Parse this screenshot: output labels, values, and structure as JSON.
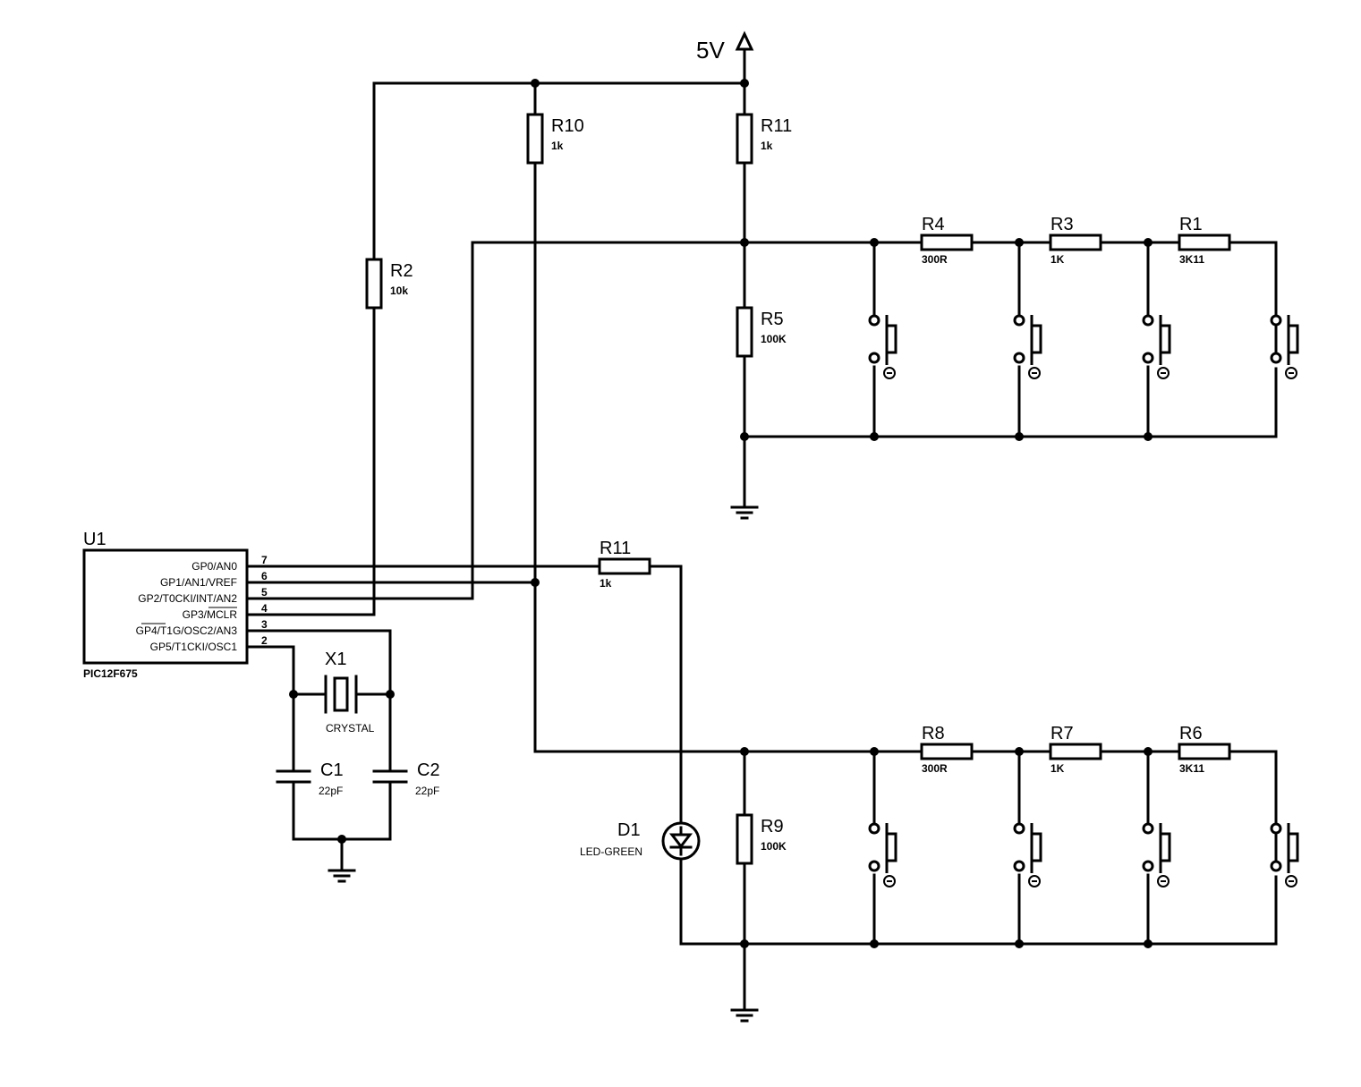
{
  "title": "PIC12F675 resistor-ladder keypad schematic",
  "power": {
    "label": "5V"
  },
  "ic": {
    "ref": "U1",
    "part": "PIC12F675",
    "pins": [
      {
        "num": "7",
        "name": "GP0/AN0"
      },
      {
        "num": "6",
        "name": "GP1/AN1/VREF"
      },
      {
        "num": "5",
        "name": "GP2/T0CKI/INT/AN2"
      },
      {
        "num": "4",
        "name": "GP3/MCLR"
      },
      {
        "num": "3",
        "name": "GP4/T1G/OSC2/AN3"
      },
      {
        "num": "2",
        "name": "GP5/T1CKI/OSC1"
      }
    ]
  },
  "resistors": {
    "R2": {
      "ref": "R2",
      "value": "10k"
    },
    "R10": {
      "ref": "R10",
      "value": "1k"
    },
    "R11a": {
      "ref": "R11",
      "value": "1k"
    },
    "R11b": {
      "ref": "R11",
      "value": "1k"
    },
    "R5": {
      "ref": "R5",
      "value": "100K"
    },
    "R4": {
      "ref": "R4",
      "value": "300R"
    },
    "R3": {
      "ref": "R3",
      "value": "1K"
    },
    "R1": {
      "ref": "R1",
      "value": "3K11"
    },
    "R9": {
      "ref": "R9",
      "value": "100K"
    },
    "R8": {
      "ref": "R8",
      "value": "300R"
    },
    "R7": {
      "ref": "R7",
      "value": "1K"
    },
    "R6": {
      "ref": "R6",
      "value": "3K11"
    }
  },
  "crystal": {
    "ref": "X1",
    "value": "CRYSTAL"
  },
  "capacitors": {
    "C1": {
      "ref": "C1",
      "value": "22pF"
    },
    "C2": {
      "ref": "C2",
      "value": "22pF"
    }
  },
  "led": {
    "ref": "D1",
    "value": "LED-GREEN"
  }
}
